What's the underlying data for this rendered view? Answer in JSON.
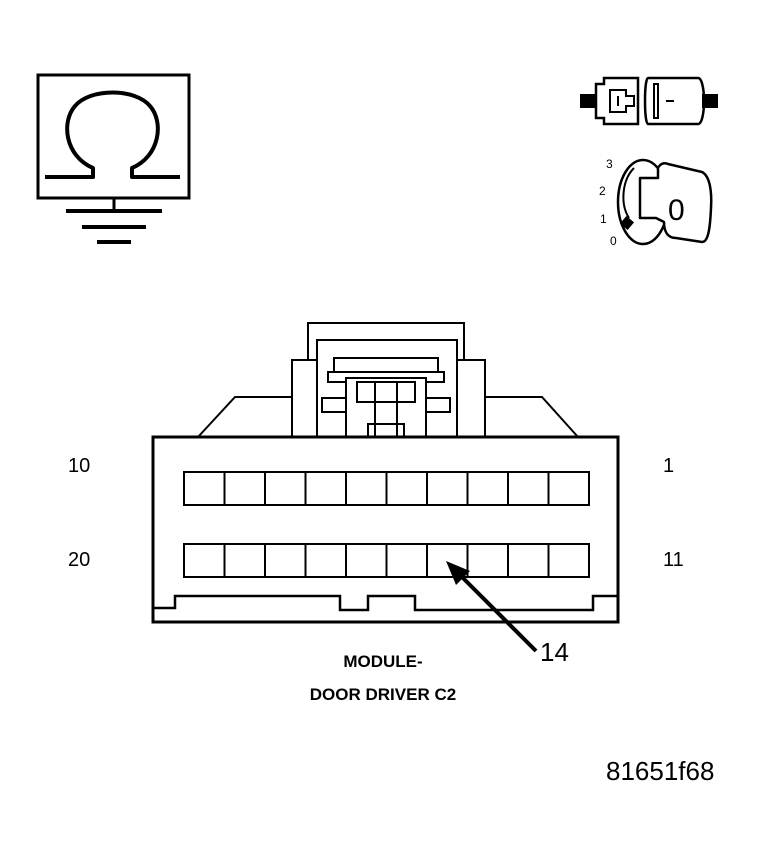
{
  "connector": {
    "pin_labels": {
      "top_left": "10",
      "top_right": "1",
      "bottom_left": "20",
      "bottom_right": "11"
    },
    "top_row_cavities": 10,
    "bottom_row_cavities": 10,
    "callout": "14",
    "name_line1": "MODULE-",
    "name_line2": "DOOR DRIVER C2"
  },
  "icons": {
    "ohmmeter": "ohmmeter-ground-icon",
    "connector": "connector-disconnect-icon",
    "ignition": "ignition-key-off-icon"
  },
  "ignition": {
    "positions": [
      "3",
      "2",
      "1",
      "0"
    ],
    "key_label": "0"
  },
  "figure_id": "81651f68"
}
